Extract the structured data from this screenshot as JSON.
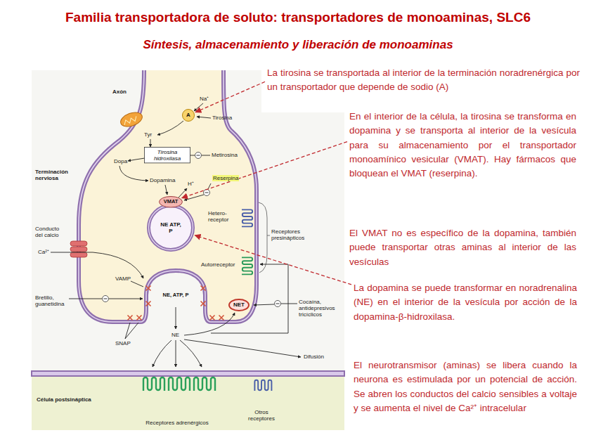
{
  "diagram": {
    "title": "Familia transportadora de soluto: transportadores de monoaminas, SLC6",
    "nodes": [
      {
        "text": [
          "La tirosina se transportada al interior de la terminación noradrenérgica por un transportador que depende de sodio (A)"
        ]
      },
      {
        "text": [
          "A"
        ]
      },
      {
        "text": [
          "Tirosina hidroxilasa"
        ]
      },
      {
        "text": [
          "En el interior de la célula, la tirosina se transforma en dopamina y se transporta al interior de la vesícula para su almacenamiento por el transportador monoamínico vesicular (VMAT). Hay fármacos que bloquean el VMAT (reserpina)."
        ]
      },
      {
        "text": [
          "VMAT"
        ]
      },
      {
        "text": [
          "NE ATP, P"
        ]
      },
      {
        "text": [
          "El VMAT no es específico de la dopamina, también puede transportar otras aminas al interior de las vesículas"
        ]
      },
      {
        "text": [
          "La dopamina se puede transformar en noradrenalina (NE) en el interior de la vesícula por acción de la dopamina-β-hidroxilasa."
        ]
      },
      {
        "text": [
          "NE, ATP, P"
        ]
      },
      {
        "text": [
          "NET"
        ]
      },
      {
        "text": [
          "El neurotransmisor (aminas) se libera cuando la neurona es estimulada por un potencial de acción. Se abren los conductos del calcio sensibles a voltaje y se aumenta el nivel de Ca²⁺ intracelular"
        ]
      }
    ],
    "edges": [
      {
        "from": 0,
        "to": 1,
        "arrow": "to"
      },
      {
        "from": 3,
        "to": 4,
        "arrow": "to"
      },
      {
        "from": 7,
        "to": 5,
        "arrow": "to"
      }
    ],
    "labels": [
      "Síntesis, almacenamiento y liberación de monoaminas",
      "Axón",
      "Na⁺",
      "Tirosina",
      "Tyr",
      "Dopa",
      "Metirosina",
      "Terminación nerviosa",
      "Dopamina",
      "H⁺",
      "Reserpina",
      "Hetero- receptor",
      "Receptores presinápticos",
      "Conducto del calcio",
      "Ca²⁺",
      "Autorreceptor",
      "VAMP",
      "Bretilio, guanetidina",
      "SNAP",
      "NE",
      "Cocaína, antidepresivos tricíclicos",
      "Difusión",
      "Célula postsináptica",
      "Receptores adrenérgicos",
      "Otros receptores"
    ]
  }
}
